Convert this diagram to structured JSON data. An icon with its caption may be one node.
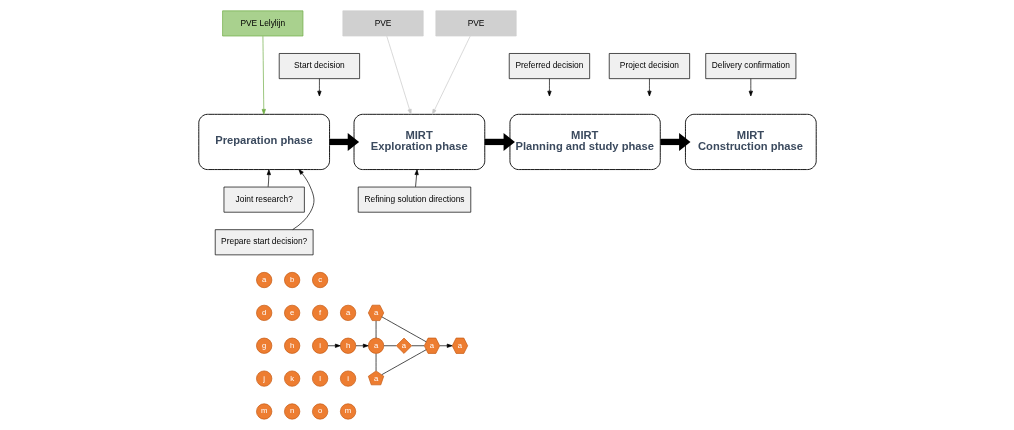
{
  "diagram": {
    "nodes": [
      {
        "text": [
          "Preparation phase"
        ]
      },
      {
        "text": [
          "MIRT",
          "Exploration phase"
        ]
      },
      {
        "text": [
          "MIRT",
          "Planning and study phase"
        ]
      },
      {
        "text": [
          "MIRT",
          "Construction phase"
        ]
      },
      {
        "text": [
          "PVE Lelylijn"
        ]
      },
      {
        "text": [
          "PVE"
        ]
      },
      {
        "text": [
          "PVE"
        ]
      },
      {
        "text": [
          "Start decision"
        ]
      },
      {
        "text": [
          "Preferred decision"
        ]
      },
      {
        "text": [
          "Project decision"
        ]
      },
      {
        "text": [
          "Delivery confirmation"
        ]
      },
      {
        "text": [
          "Joint research?"
        ]
      },
      {
        "text": [
          "Prepare start decision?"
        ]
      },
      {
        "text": [
          "Refining solution directions"
        ]
      },
      {
        "text": [
          "a"
        ]
      },
      {
        "text": [
          "b"
        ]
      },
      {
        "text": [
          "c"
        ]
      },
      {
        "text": [
          "d"
        ]
      },
      {
        "text": [
          "e"
        ]
      },
      {
        "text": [
          "f"
        ]
      },
      {
        "text": [
          "g"
        ]
      },
      {
        "text": [
          "h"
        ]
      },
      {
        "text": [
          "i"
        ]
      },
      {
        "text": [
          "j"
        ]
      },
      {
        "text": [
          "k"
        ]
      },
      {
        "text": [
          "l"
        ]
      },
      {
        "text": [
          "m"
        ]
      },
      {
        "text": [
          "n"
        ]
      },
      {
        "text": [
          "o"
        ]
      },
      {
        "text": [
          "a"
        ]
      },
      {
        "text": [
          "h"
        ]
      },
      {
        "text": [
          "i"
        ]
      },
      {
        "text": [
          "m"
        ]
      },
      {
        "text": [
          "a"
        ]
      },
      {
        "text": [
          "a"
        ]
      },
      {
        "text": [
          "a"
        ]
      },
      {
        "text": [
          "a"
        ]
      },
      {
        "text": [
          "a"
        ]
      },
      {
        "text": [
          "a"
        ]
      }
    ],
    "edges": [
      {
        "from": 0,
        "to": 1,
        "arrow": "to",
        "style": "thick"
      },
      {
        "from": 1,
        "to": 2,
        "arrow": "to",
        "style": "thick"
      },
      {
        "from": 2,
        "to": 3,
        "arrow": "to",
        "style": "thick"
      },
      {
        "from": 4,
        "to": 0,
        "arrow": "to",
        "color": "#70ad47"
      },
      {
        "from": 5,
        "to": 1,
        "arrow": "to",
        "color": "#c8c8c8"
      },
      {
        "from": 6,
        "to": 1,
        "arrow": "to",
        "color": "#c8c8c8"
      },
      {
        "from": 7,
        "to": null,
        "arrow": "to"
      },
      {
        "from": 8,
        "to": null,
        "arrow": "to"
      },
      {
        "from": 9,
        "to": null,
        "arrow": "to"
      },
      {
        "from": 10,
        "to": null,
        "arrow": "to"
      },
      {
        "from": 11,
        "to": 0,
        "arrow": "to"
      },
      {
        "from": 12,
        "to": 0,
        "arrow": "to"
      },
      {
        "from": 13,
        "to": 1,
        "arrow": "to"
      },
      {
        "from": 22,
        "to": 30,
        "arrow": "to"
      },
      {
        "from": 30,
        "to": 33,
        "arrow": "to"
      },
      {
        "from": 33,
        "to": 34,
        "arrow": "none"
      },
      {
        "from": 33,
        "to": 35,
        "arrow": "none"
      },
      {
        "from": 33,
        "to": 36,
        "arrow": "none"
      },
      {
        "from": 34,
        "to": 37,
        "arrow": "none"
      },
      {
        "from": 35,
        "to": 37,
        "arrow": "none"
      },
      {
        "from": 36,
        "to": 37,
        "arrow": "none"
      },
      {
        "from": 37,
        "to": 38,
        "arrow": "to"
      }
    ]
  }
}
